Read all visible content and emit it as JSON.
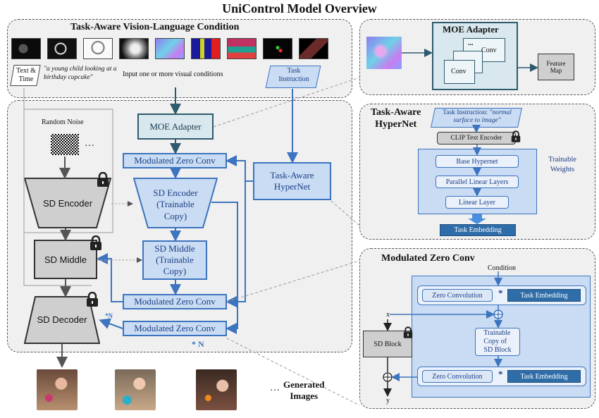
{
  "title": "UniControl Model Overview",
  "condition_panel": {
    "title": "Task-Aware Vision-Language Condition",
    "text_time": "Text &\nTime",
    "prompt": "\"a young child looking at a birthday cupcake\"",
    "input_note": "Input one or more visual conditions",
    "task_instruction": "Task\nInstruction"
  },
  "main": {
    "random_noise": "Random Noise",
    "ellipsis": "…",
    "moe_adapter": "MOE Adapter",
    "modulated_zero_conv": "Modulated Zero Conv",
    "sd_encoder": "SD Encoder",
    "sd_middle": "SD Middle",
    "sd_decoder": "SD Decoder",
    "sd_encoder_copy": "SD Encoder\n(Trainable\nCopy)",
    "sd_middle_copy": "SD Middle\n(Trainable\nCopy)",
    "task_hypernet": "Task-Aware\nHyperNet",
    "star_n": "* N",
    "star_n_small": "*N"
  },
  "moe_panel": {
    "title": "MOE Adapter",
    "conv": "Conv",
    "dots": "...",
    "feature_map": "Feature\nMap"
  },
  "hypernet_panel": {
    "title": "Task-Aware\nHyperNet",
    "instruction_prefix": "Task Instruction: ",
    "instruction_quote": "\"normal surface to image\"",
    "clip": "CLIP Text Encoder",
    "base": "Base Hypernet",
    "parallel": "Parallel Linear Layers",
    "linear": "Linear Layer",
    "trainable": "Trainable\nWeights",
    "embedding": "Task Embedding"
  },
  "mzc_panel": {
    "title": "Modulated Zero Conv",
    "condition": "Condition",
    "zero_conv": "Zero Convolution",
    "task_embedding": "Task Embedding",
    "star": "*",
    "x": "x",
    "y": "y",
    "sd_block": "SD Block",
    "trainable_copy": "Trainable\nCopy of\nSD Block"
  },
  "generated": {
    "label": "Generated\nImages",
    "ellipsis": "…"
  },
  "colors": {
    "blue_border": "#3c74bf",
    "blue_fill": "#c9dcf3",
    "dark_blue": "#2f6da8",
    "teal_fill": "#d8e8ee",
    "grey_fill": "#cfcfcf"
  }
}
